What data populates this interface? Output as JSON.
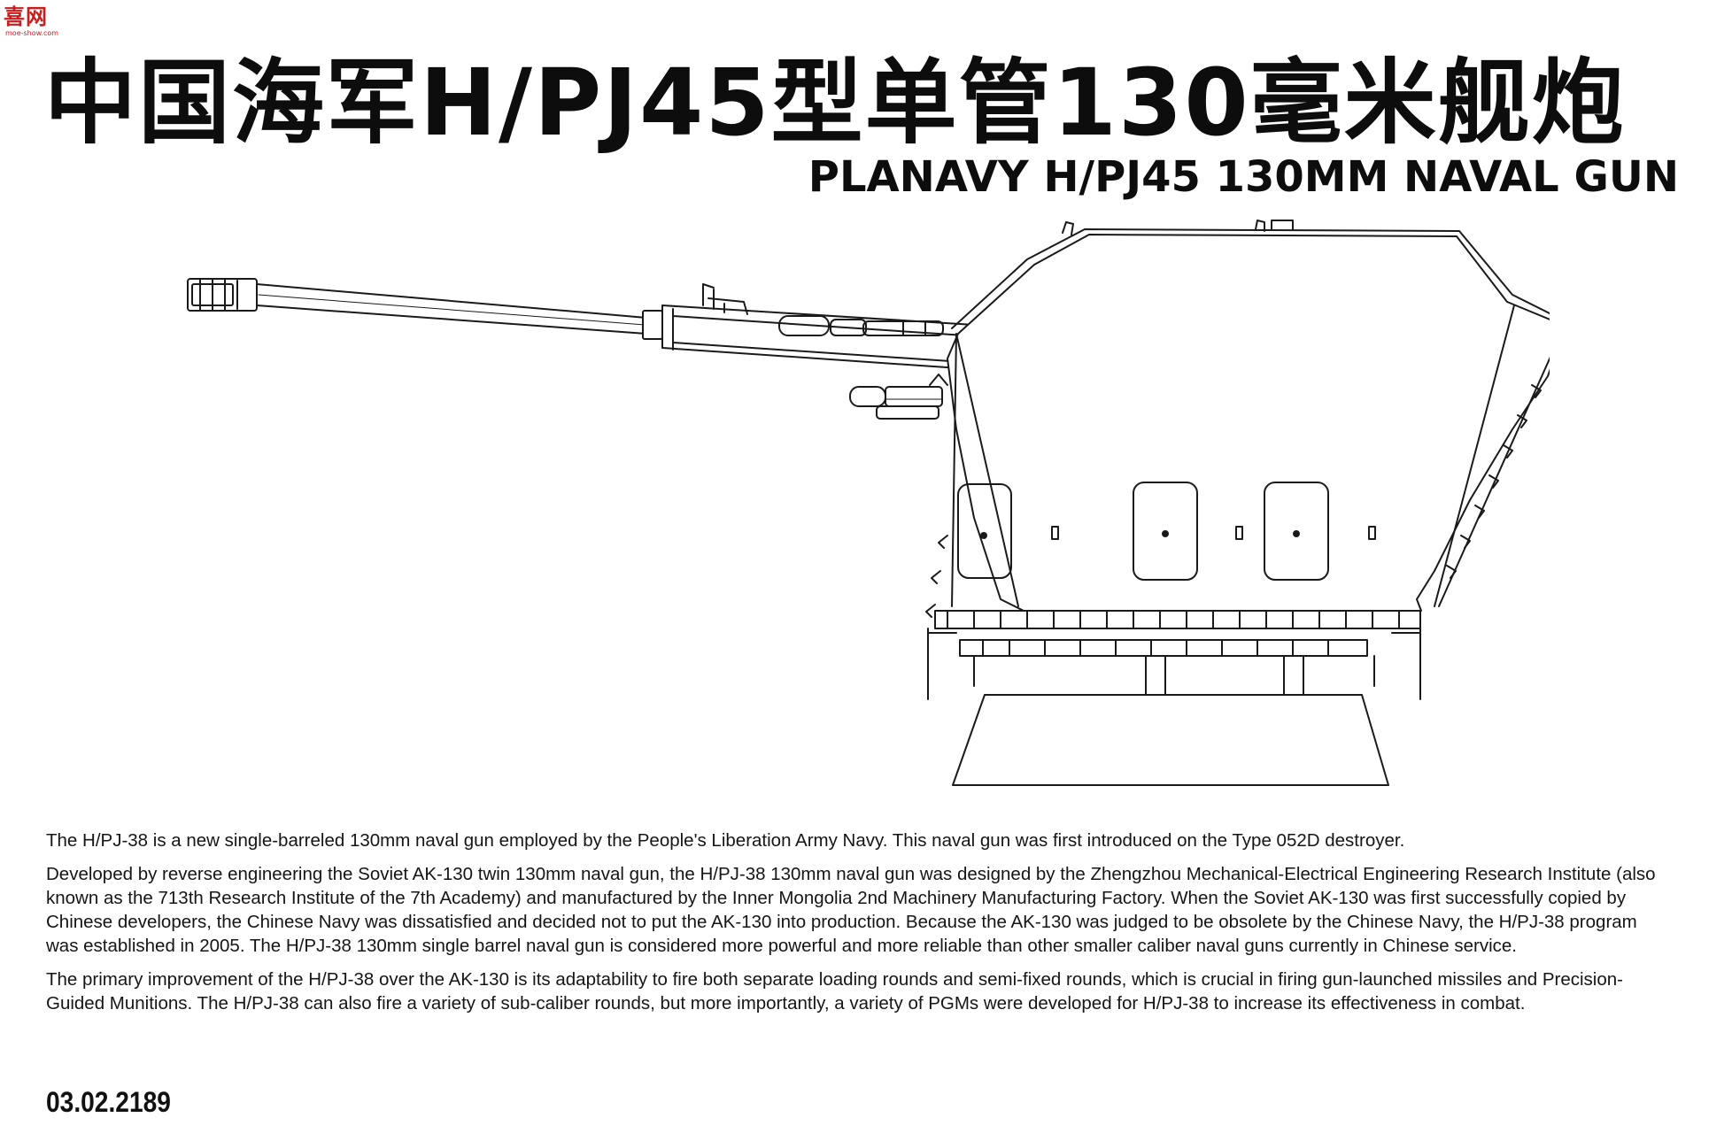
{
  "watermark": {
    "logo_text": "喜网",
    "logo_sub": "moe-show.com"
  },
  "title": {
    "chinese": "中国海军H/PJ45型单管130毫米舰炮",
    "english": "PLANAVY H/PJ45 130MM NAVAL GUN"
  },
  "description": {
    "paragraphs": [
      "The H/PJ-38 is a new single-barreled 130mm naval gun employed by the People's Liberation Army Navy. This naval gun was first introduced on the Type 052D destroyer.",
      "Developed by reverse engineering the Soviet AK-130 twin 130mm naval gun, the H/PJ-38 130mm naval gun was designed by the Zhengzhou Mechanical-Electrical Engineering Research Institute (also known as the 713th Research Institute of the 7th Academy) and manufactured by the Inner Mongolia 2nd Machinery Manufacturing Factory. When the Soviet AK-130 was first successfully copied by Chinese developers, the Chinese Navy was dissatisfied and decided not to put the AK-130 into production. Because the AK-130 was judged to be obsolete by the Chinese Navy, the H/PJ-38 program was established in 2005. The H/PJ-38 130mm single barrel naval gun is considered more powerful and more reliable than other smaller caliber naval guns currently in Chinese service.",
      "The primary improvement of the H/PJ-38 over the AK-130 is its adaptability to fire both separate loading rounds and semi-fixed rounds, which is crucial in firing gun-launched missiles and Precision-Guided Munitions. The H/PJ-38 can also fire a variety of sub-caliber rounds, but more importantly, a variety of PGMs were developed for H/PJ-38 to increase its effectiveness in combat."
    ]
  },
  "product_code": "03.02.2189",
  "illustration": {
    "icon": "naval-gun-line-drawing",
    "stroke_color": "#1a1a1a"
  }
}
